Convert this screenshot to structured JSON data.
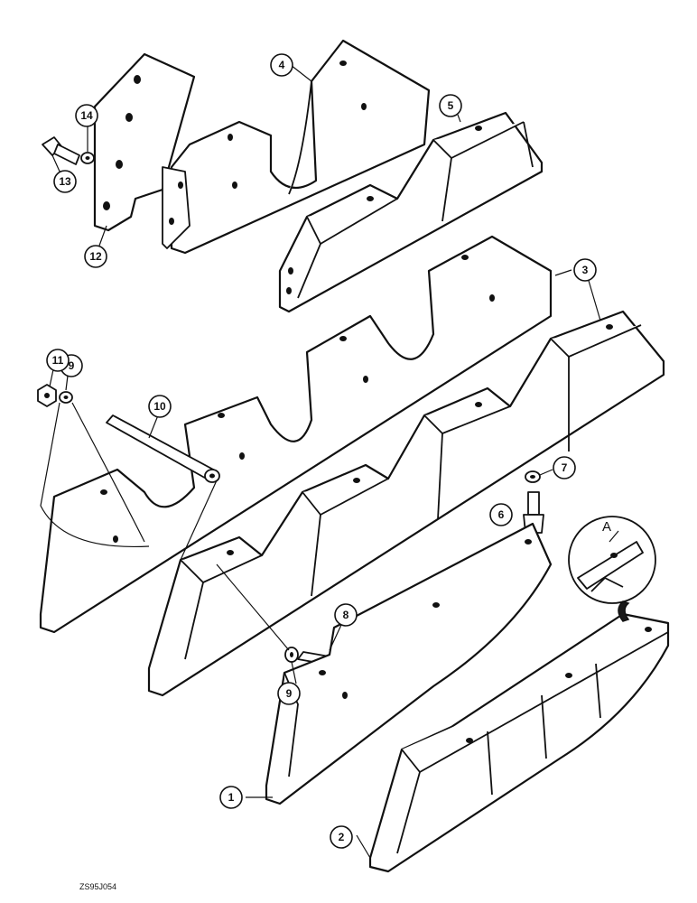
{
  "callouts": [
    "1",
    "2",
    "3",
    "4",
    "5",
    "6",
    "7",
    "8",
    "9",
    "9",
    "10",
    "11",
    "12",
    "13",
    "14"
  ],
  "detail_label": "A",
  "figure_ref": "ZS95J054"
}
